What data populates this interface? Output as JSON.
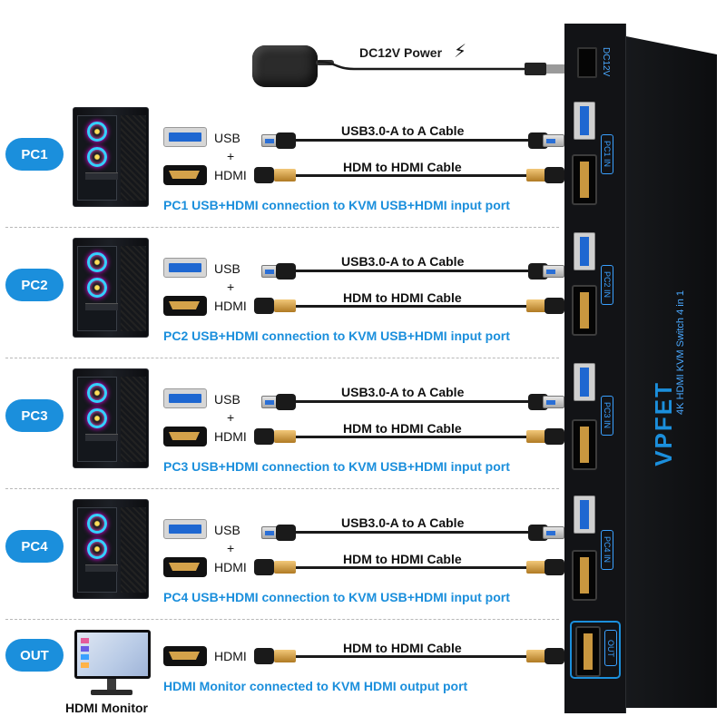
{
  "power": {
    "label": "DC12V Power"
  },
  "pcs": [
    {
      "badge": "PC1",
      "usb_label": "USB",
      "plus": "+",
      "hdmi_label": "HDMI",
      "usb_cable": "USB3.0-A to A Cable",
      "hdmi_cable": "HDM to HDMI Cable",
      "note": "PC1 USB+HDMI connection to KVM USB+HDMI input port"
    },
    {
      "badge": "PC2",
      "usb_label": "USB",
      "plus": "+",
      "hdmi_label": "HDMI",
      "usb_cable": "USB3.0-A to A Cable",
      "hdmi_cable": "HDM to HDMI Cable",
      "note": "PC2 USB+HDMI connection to KVM USB+HDMI input port"
    },
    {
      "badge": "PC3",
      "usb_label": "USB",
      "plus": "+",
      "hdmi_label": "HDMI",
      "usb_cable": "USB3.0-A to A Cable",
      "hdmi_cable": "HDM to HDMI Cable",
      "note": "PC3 USB+HDMI connection to KVM USB+HDMI input port"
    },
    {
      "badge": "PC4",
      "usb_label": "USB",
      "plus": "+",
      "hdmi_label": "HDMI",
      "usb_cable": "USB3.0-A to A Cable",
      "hdmi_cable": "HDM to HDMI Cable",
      "note": "PC4 USB+HDMI connection to KVM USB+HDMI input port"
    }
  ],
  "output": {
    "badge": "OUT",
    "hdmi_label": "HDMI",
    "hdmi_cable": "HDM to HDMI Cable",
    "note": "HDMI Monitor connected to KVM HDMI output port",
    "monitor_label": "HDMI Monitor"
  },
  "kvm": {
    "dc_label": "DC12V",
    "port_tags": [
      "PC1 IN",
      "PC2 IN",
      "PC3 IN",
      "PC4 IN"
    ],
    "out_tag": "OUT",
    "brand": "VPFET",
    "model": "4K HDMI KVM Switch 4 in 1"
  },
  "colors": {
    "accent": "#1b8fdc",
    "usb_blue": "#1e67d1",
    "hdmi_gold": "#d4a24a",
    "device": "#0f1012"
  },
  "icons": {
    "power": "lightning-bolt-icon",
    "usb": "usb-port-icon",
    "hdmi": "hdmi-port-icon",
    "pc": "pc-tower-icon",
    "monitor": "monitor-icon"
  }
}
